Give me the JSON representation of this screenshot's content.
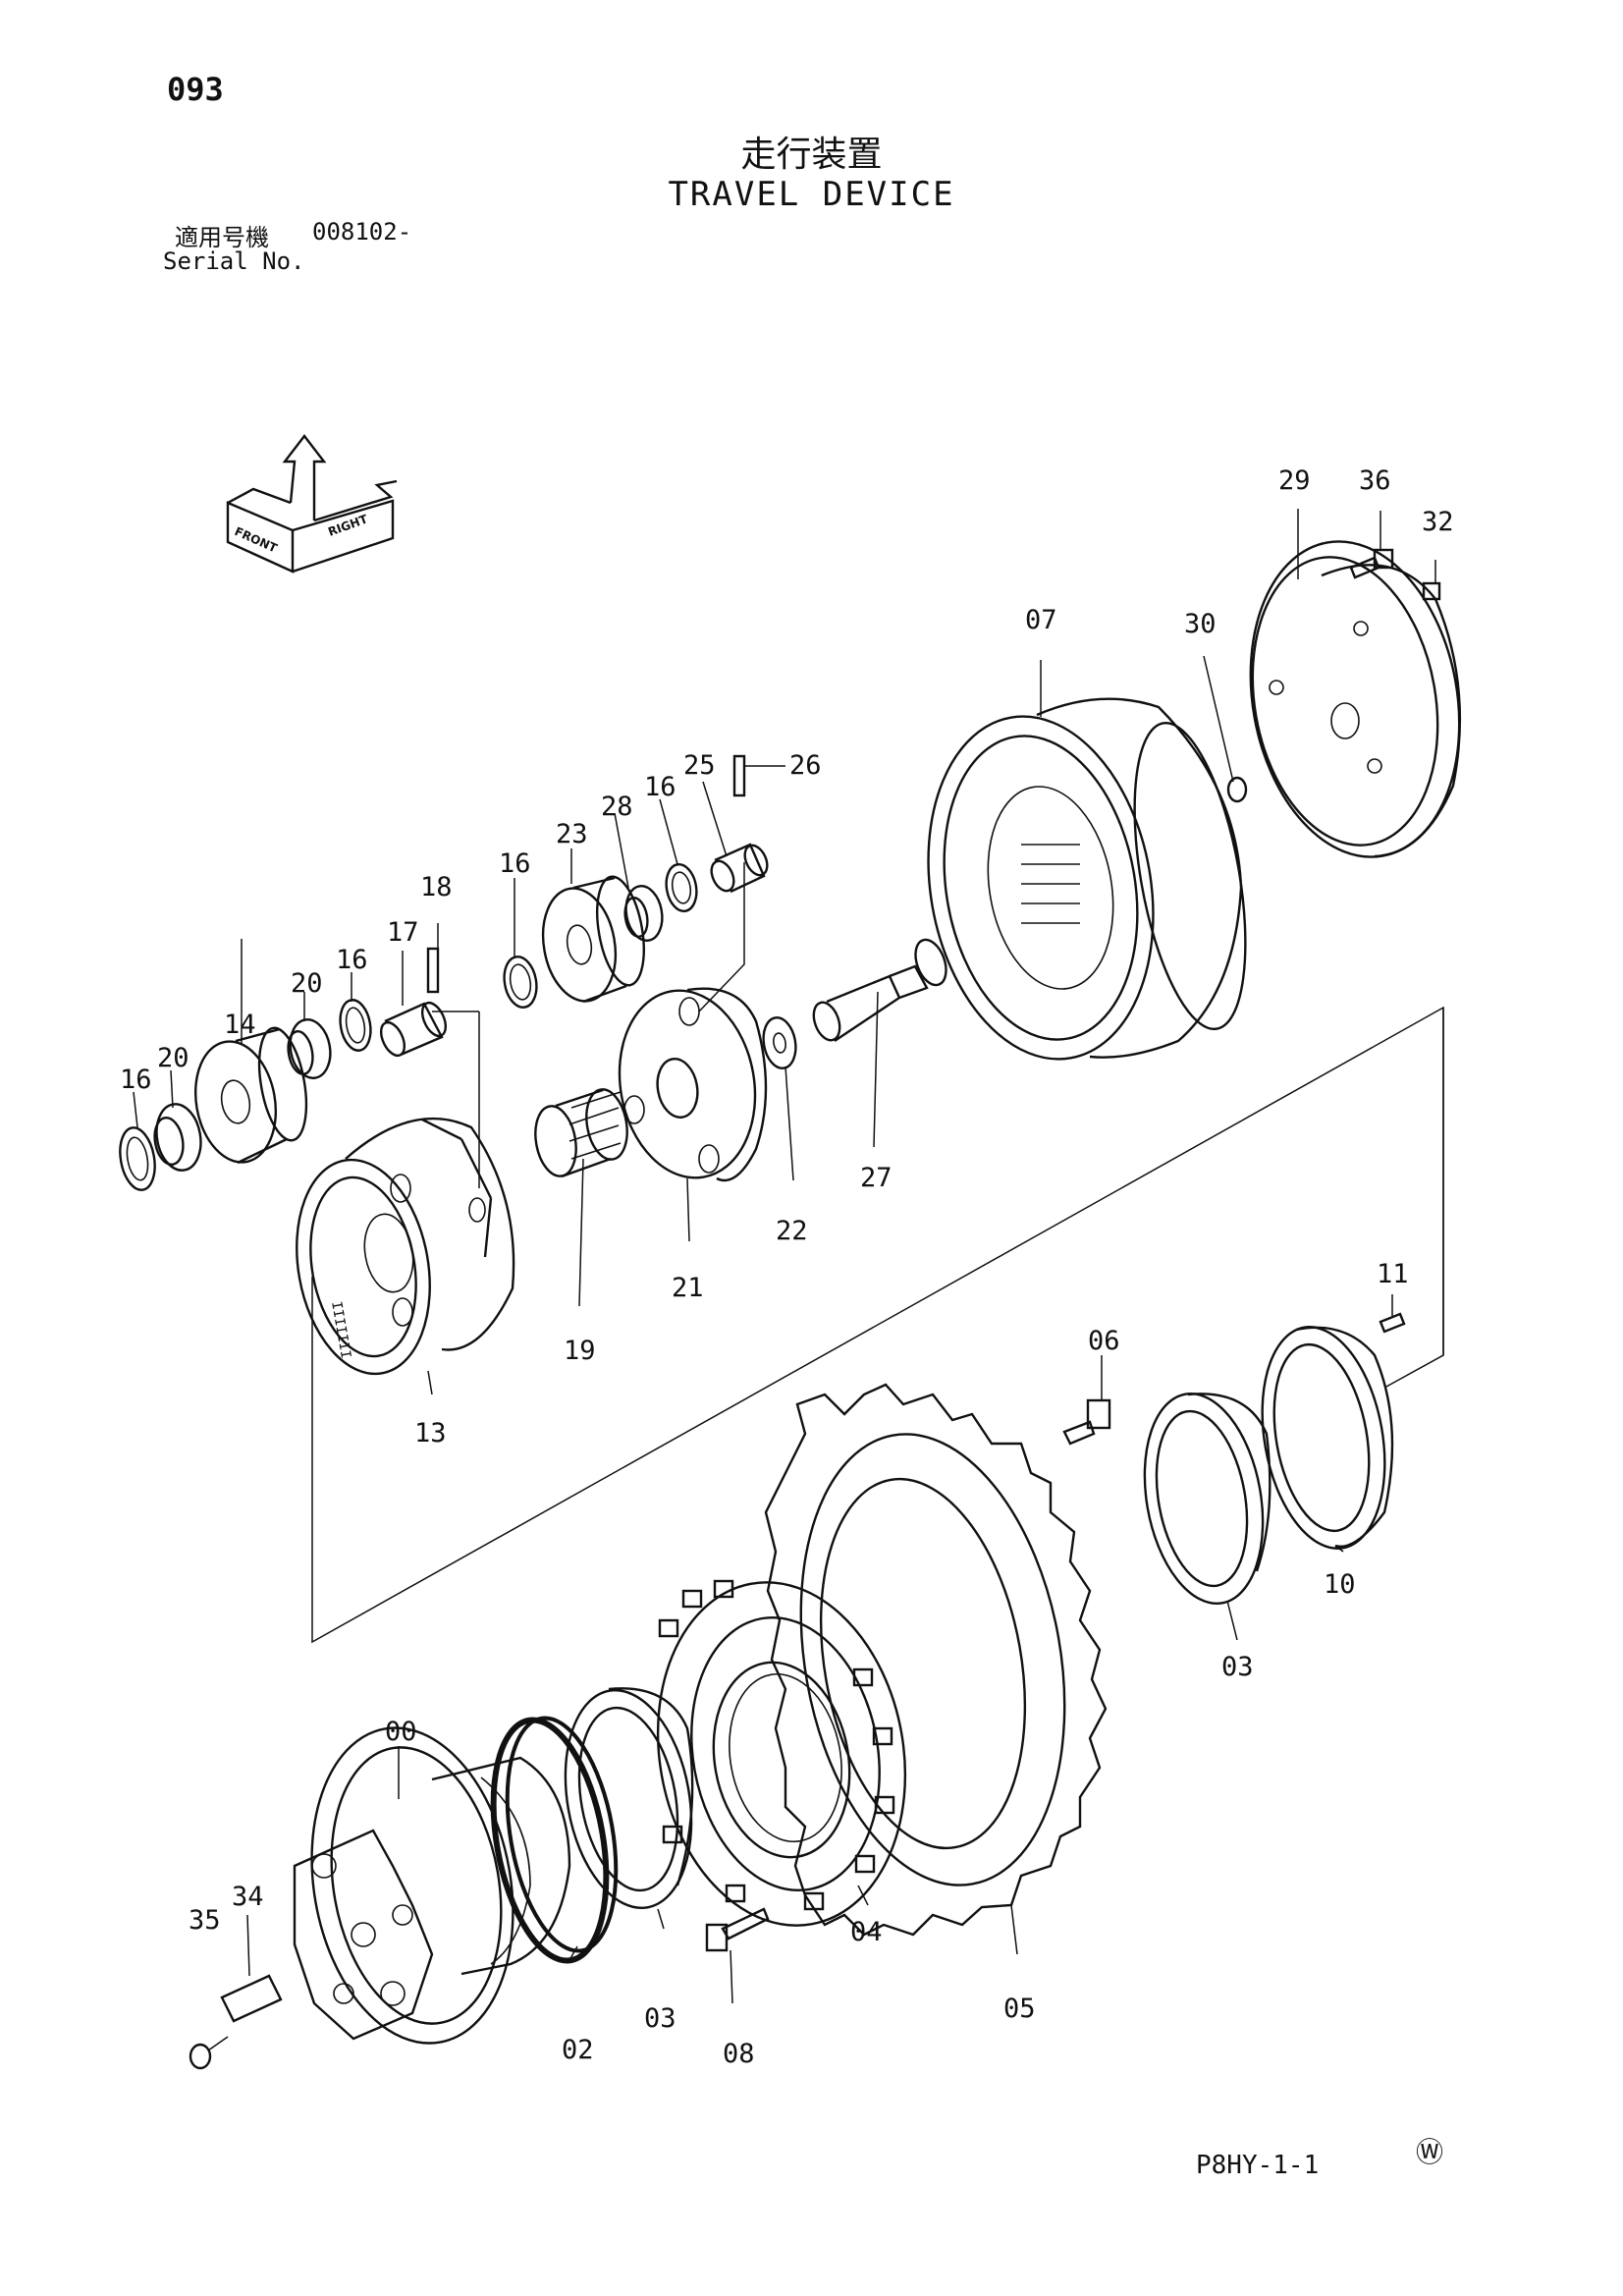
{
  "header": {
    "page_number": "093",
    "title_jp": "走行装置",
    "title_en": "TRAVEL DEVICE",
    "serial_label_jp": "適用号機",
    "serial_value": "008102-",
    "serial_label_en": "Serial No."
  },
  "orientation_icon": {
    "labels": [
      "FRONT",
      "RIGHT"
    ],
    "icon": "orientation-arrows-icon"
  },
  "part_labels": [
    "00",
    "02",
    "03",
    "03",
    "04",
    "05",
    "06",
    "07",
    "08",
    "10",
    "11",
    "13",
    "14",
    "16",
    "16",
    "16",
    "16",
    "17",
    "18",
    "19",
    "20",
    "20",
    "21",
    "22",
    "23",
    "25",
    "26",
    "27",
    "28",
    "29",
    "30",
    "32",
    "34",
    "35",
    "36"
  ],
  "footer": {
    "reference": "P8HY-1-1",
    "mark": "Ⓦ"
  }
}
